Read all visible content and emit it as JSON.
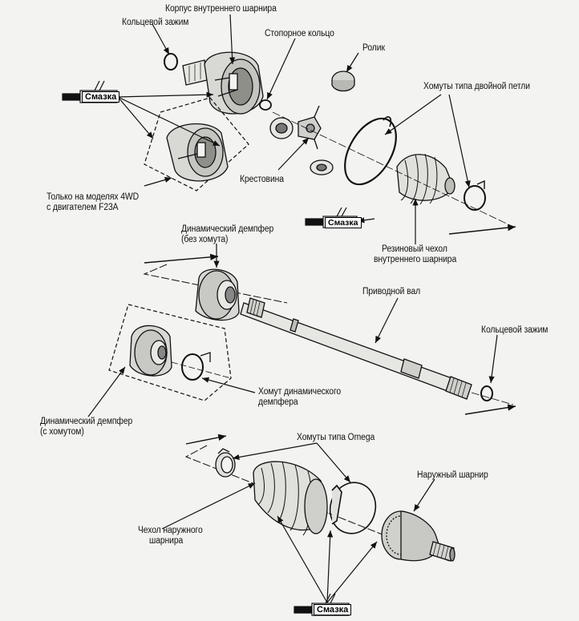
{
  "labels": {
    "inner_housing": "Корпус внутреннего шарнира",
    "circlip_top": "Кольцевой зажим",
    "stop_ring": "Стопорное кольцо",
    "roller": "Ролик",
    "double_loop_clamps": "Хомуты типа двойной петли",
    "grease": "Смазка",
    "spider": "Крестовина",
    "models_4wd_line1": "Только на моделях 4WD",
    "models_4wd_line2": "с двигателем F23A",
    "inner_boot_line1": "Резиновый чехол",
    "inner_boot_line2": "внутреннего шарнира",
    "damper_no_clamp_line1": "Динамический демпфер",
    "damper_no_clamp_line2": "(без хомута)",
    "driveshaft": "Приводной вал",
    "circlip_right": "Кольцевой зажим",
    "damper_clamp_line1": "Хомут динамического",
    "damper_clamp_line2": "демпфера",
    "damper_with_clamp_line1": "Динамический демпфер",
    "damper_with_clamp_line2": "(с хомутом)",
    "omega_clamps": "Хомуты типа Omega",
    "outer_joint": "Наружный шарнир",
    "outer_boot_line1": "Чехол наружного",
    "outer_boot_line2": "шарнира"
  },
  "colors": {
    "ink": "#111111",
    "paper": "#f3f3f1",
    "part_fill": "#e6e6e2",
    "part_shade": "#9a9a96"
  }
}
